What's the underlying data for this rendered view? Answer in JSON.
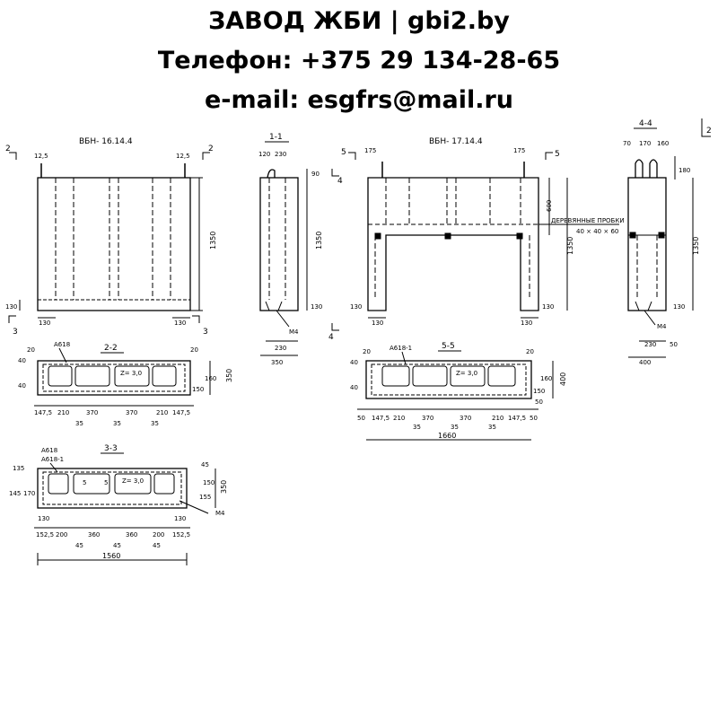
{
  "header": {
    "line1": "ЗАВОД ЖБИ | gbi2.by",
    "line2": "Телефон: +375 29 134-28-65",
    "line3": "e-mail: esgfrs@mail.ru"
  },
  "sheet_number": "2",
  "views": {
    "v1": {
      "title": "ВБН- 16.14.4",
      "d_top_left": "12,5",
      "d_top_right": "12,5",
      "d_height": "1350",
      "d_base": "130",
      "d_foot_left": "130",
      "d_foot_right": "130",
      "cut_left": "2",
      "cut_right": "2",
      "cut_bl": "3",
      "cut_br": "3"
    },
    "v2": {
      "title": "1-1",
      "d_top_a": "120",
      "d_top_b": "230",
      "d_top_right": "90",
      "d_height": "1350",
      "d_base": "130",
      "d_m4": "М4",
      "d_w1": "230",
      "d_w2": "350",
      "cut_top": "4",
      "cut_bottom": "4"
    },
    "v3": {
      "title": "ВБН- 17.14.4",
      "d_top_left": "175",
      "d_top_right": "175",
      "d_upper": "600",
      "d_height": "1350",
      "d_base_left": "130",
      "d_base_right": "130",
      "d_foot_left": "130",
      "d_foot_right": "130",
      "cut_left": "5",
      "cut_right": "5"
    },
    "v4": {
      "title": "4-4",
      "d_top_a": "70",
      "d_top_b": "170",
      "d_top_c": "160",
      "d_top_right": "180",
      "d_height": "1350",
      "d_base": "130",
      "d_m4": "М4",
      "d_w1": "230",
      "d_w2": "50",
      "d_w3": "400"
    },
    "note": {
      "line1": "ДЕРЕВЯННЫЕ ПРОБКИ",
      "line2": "40 × 40 × 60"
    },
    "s22": {
      "title": "2-2",
      "bar": "А618",
      "d_20a": "20",
      "d_20b": "20",
      "d_40a": "40",
      "d_40b": "40",
      "d_350": "350",
      "d_150": "150",
      "d_160": "160",
      "lbl_z": "Z= 3,0",
      "dims": [
        "147,5",
        "210",
        "370",
        "370",
        "210",
        "147,5"
      ],
      "dims2": [
        "35",
        "35",
        "35"
      ]
    },
    "s55": {
      "title": "5-5",
      "bar": "А618-1",
      "d_20a": "20",
      "d_20b": "20",
      "d_40a": "40",
      "d_40b": "40",
      "d_400": "400",
      "d_150": "150",
      "d_160": "160",
      "d_50": "50",
      "lbl_z": "Z= 3,0",
      "dims": [
        "50",
        "147,5",
        "210",
        "370",
        "370",
        "210",
        "147,5",
        "50"
      ],
      "dims2": [
        "35",
        "35",
        "35"
      ],
      "total": "1660"
    },
    "s33": {
      "title": "3-3",
      "bar1": "А618",
      "bar2": "А618-1",
      "d_135": "135",
      "d_45": "45",
      "d_145": "145",
      "d_170": "170",
      "d_150": "150",
      "d_155": "155",
      "d_350": "350",
      "lbl_z": "Z= 3,0",
      "lbl_m4": "М4",
      "lbl_5a": "5",
      "lbl_5b": "5",
      "d_130a": "130",
      "d_130b": "130",
      "dims": [
        "152,5",
        "200",
        "360",
        "360",
        "200",
        "152,5"
      ],
      "dims2": [
        "45",
        "45",
        "45"
      ],
      "total": "1560"
    }
  }
}
